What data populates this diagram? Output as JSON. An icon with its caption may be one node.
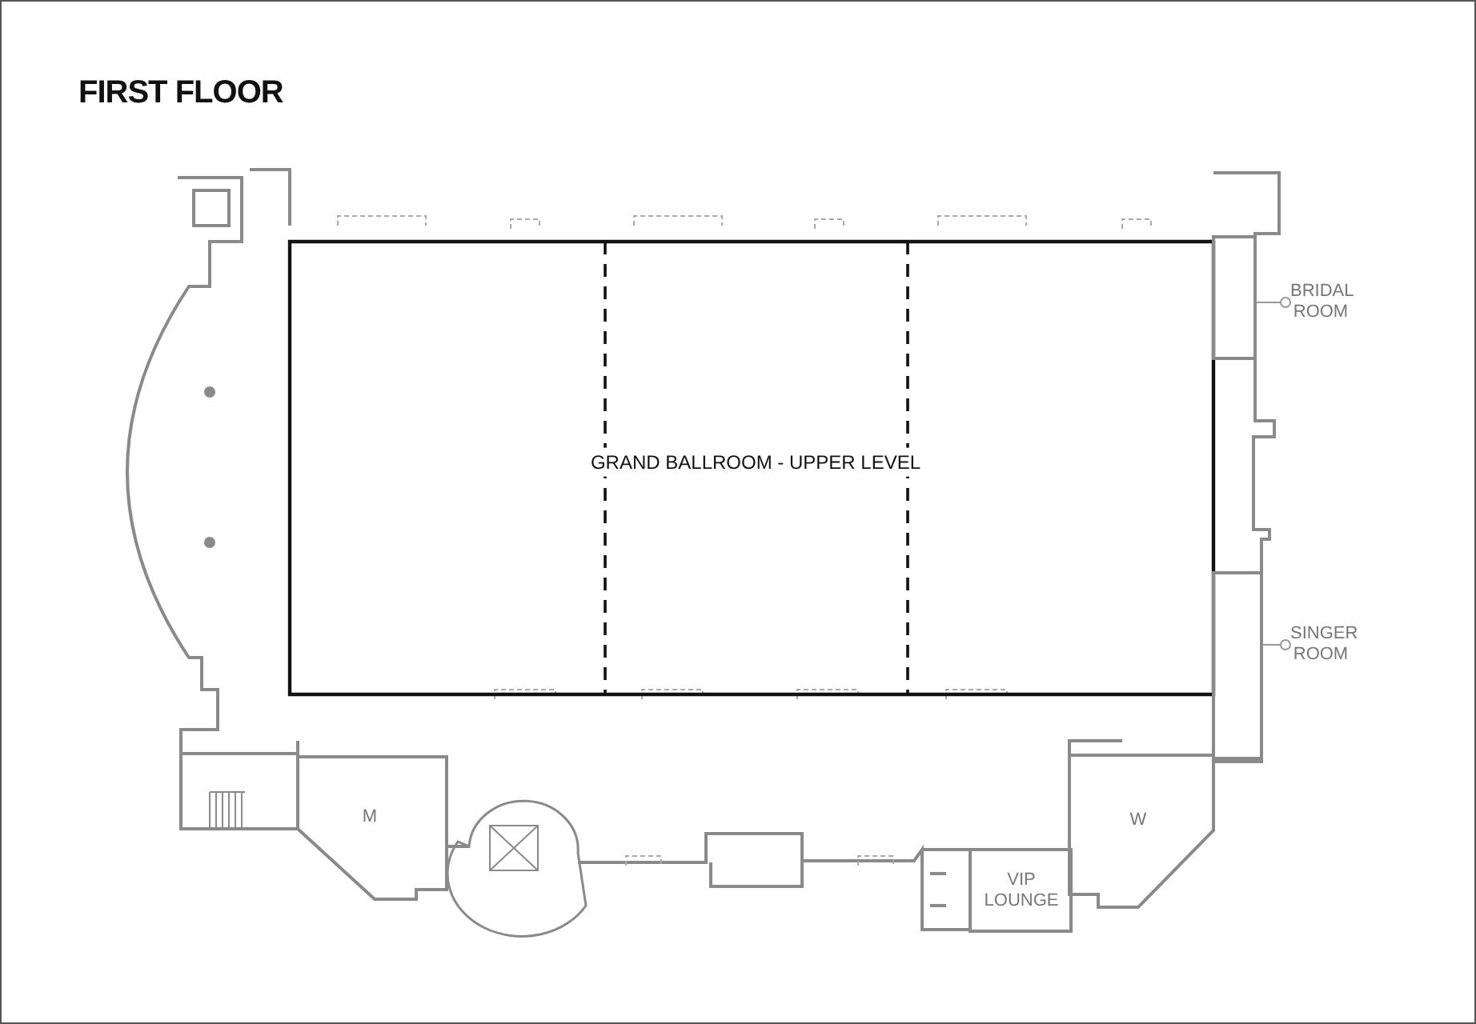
{
  "diagram": {
    "title": "FIRST FLOOR",
    "nodes": [
      {
        "text": [
          "GRAND BALLROOM - UPPER LEVEL"
        ]
      },
      {
        "text": [
          "BRIDAL ROOM"
        ]
      },
      {
        "text": [],
        "shape": "box"
      },
      {
        "text": [
          "SINGER ROOM"
        ]
      },
      {
        "text": [],
        "shape": "box"
      },
      {
        "text": [
          "M"
        ]
      },
      {
        "text": [
          "VIP LOUNGE"
        ]
      },
      {
        "text": [
          "W"
        ]
      }
    ],
    "edges": [
      {
        "from": 1,
        "to": 2,
        "arrow": "other"
      },
      {
        "from": 3,
        "to": 4,
        "arrow": "other"
      }
    ]
  }
}
